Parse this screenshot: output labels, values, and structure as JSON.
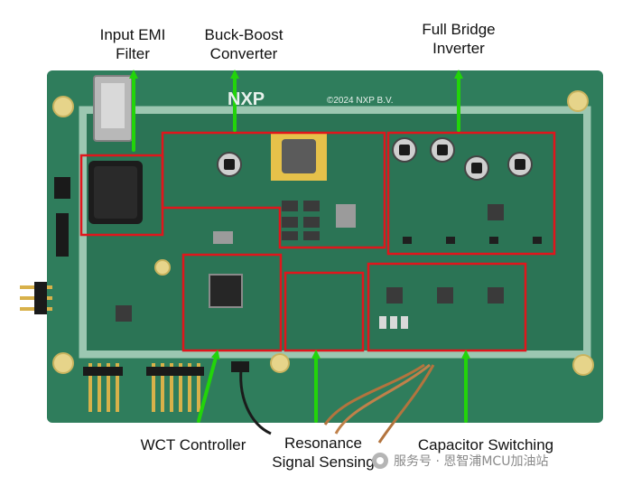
{
  "labels": {
    "input_emi": [
      "Input EMI",
      "Filter"
    ],
    "buck_boost": [
      "Buck-Boost",
      "Converter"
    ],
    "full_bridge": [
      "Full Bridge",
      "Inverter"
    ],
    "wct": [
      "WCT Controller"
    ],
    "resonance": [
      "Resonance",
      "Signal Sensing"
    ],
    "cap_switch": [
      "Capacitor Switching"
    ]
  },
  "board": {
    "silkscreen_logo": "NXP",
    "silkscreen_copyright": "©2024 NXP B.V."
  },
  "watermark": "服务号 · 恩智浦MCU加油站",
  "colors": {
    "pcb": "#2f7d5c",
    "pcb_dark": "#245f47",
    "box": "#e0161c",
    "arrow": "#22d40a"
  }
}
